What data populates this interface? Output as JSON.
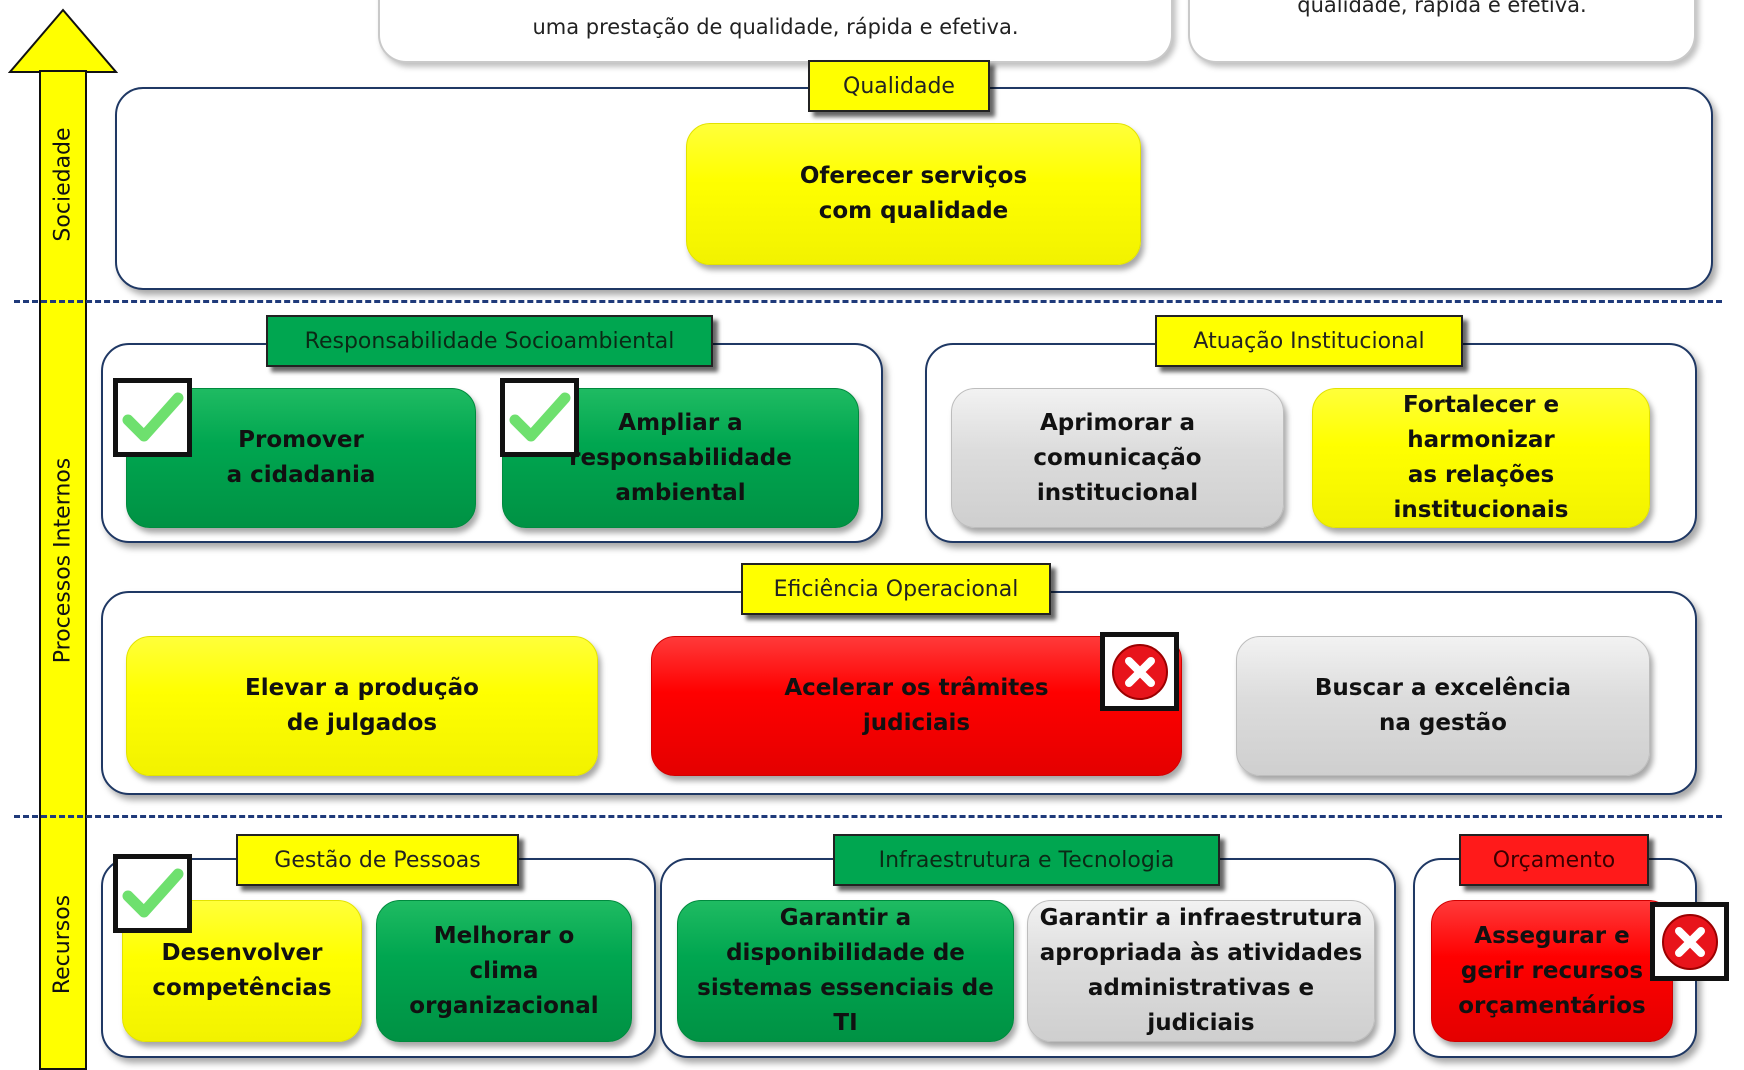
{
  "top": {
    "left_text": "uma prestação de qualidade, rápida e efetiva.",
    "right_text": "qualidade, rápida e efetiva."
  },
  "axis": {
    "sociedade": "Sociedade",
    "processos": "Processos Internos",
    "recursos": "Recursos"
  },
  "sections": {
    "qualidade": {
      "label": "Qualidade",
      "objectives": [
        {
          "text": "Oferecer serviços\ncom qualidade",
          "status": "yellow"
        }
      ]
    },
    "socioambiental": {
      "label": "Responsabilidade Socioambiental",
      "objectives": [
        {
          "text": "Promover\na cidadania",
          "status": "green",
          "marker": "check"
        },
        {
          "text": "Ampliar a\nresponsabilidade\nambiental",
          "status": "green",
          "marker": "check"
        }
      ]
    },
    "institucional": {
      "label": "Atuação Institucional",
      "objectives": [
        {
          "text": "Aprimorar a\ncomunicação\ninstitucional",
          "status": "gray"
        },
        {
          "text": "Fortalecer e\nharmonizar\nas relações\ninstitucionais",
          "status": "yellow"
        }
      ]
    },
    "eficiencia": {
      "label": "Eficiência Operacional",
      "objectives": [
        {
          "text": "Elevar a produção\nde julgados",
          "status": "yellow"
        },
        {
          "text": "Acelerar os trâmites\njudiciais",
          "status": "red",
          "marker": "cross"
        },
        {
          "text": "Buscar a excelência\nna gestão",
          "status": "gray"
        }
      ]
    },
    "pessoas": {
      "label": "Gestão de Pessoas",
      "objectives": [
        {
          "text": "Desenvolver\ncompetências",
          "status": "yellow",
          "marker": "check"
        },
        {
          "text": "Melhorar o\nclima\norganizacional",
          "status": "green"
        }
      ]
    },
    "infra": {
      "label": "Infraestrutura e Tecnologia",
      "objectives": [
        {
          "text": "Garantir a\ndisponibilidade de\nsistemas essenciais de\nTI",
          "status": "green"
        },
        {
          "text": "Garantir a infraestrutura\napropriada às atividades\nadministrativas e\njudiciais",
          "status": "gray"
        }
      ]
    },
    "orcamento": {
      "label": "Orçamento",
      "objectives": [
        {
          "text": "Assegurar e\ngerir recursos\norçamentários",
          "status": "red",
          "marker": "cross"
        }
      ]
    }
  },
  "colors": {
    "yellow": "#ffff00",
    "green": "#00a650",
    "red": "#ff0000",
    "gray": "#d9d9d9",
    "panel_border": "#1f3864"
  },
  "icons": {
    "check": "check-icon",
    "cross": "cross-icon",
    "arrow": "arrow-up-icon"
  }
}
